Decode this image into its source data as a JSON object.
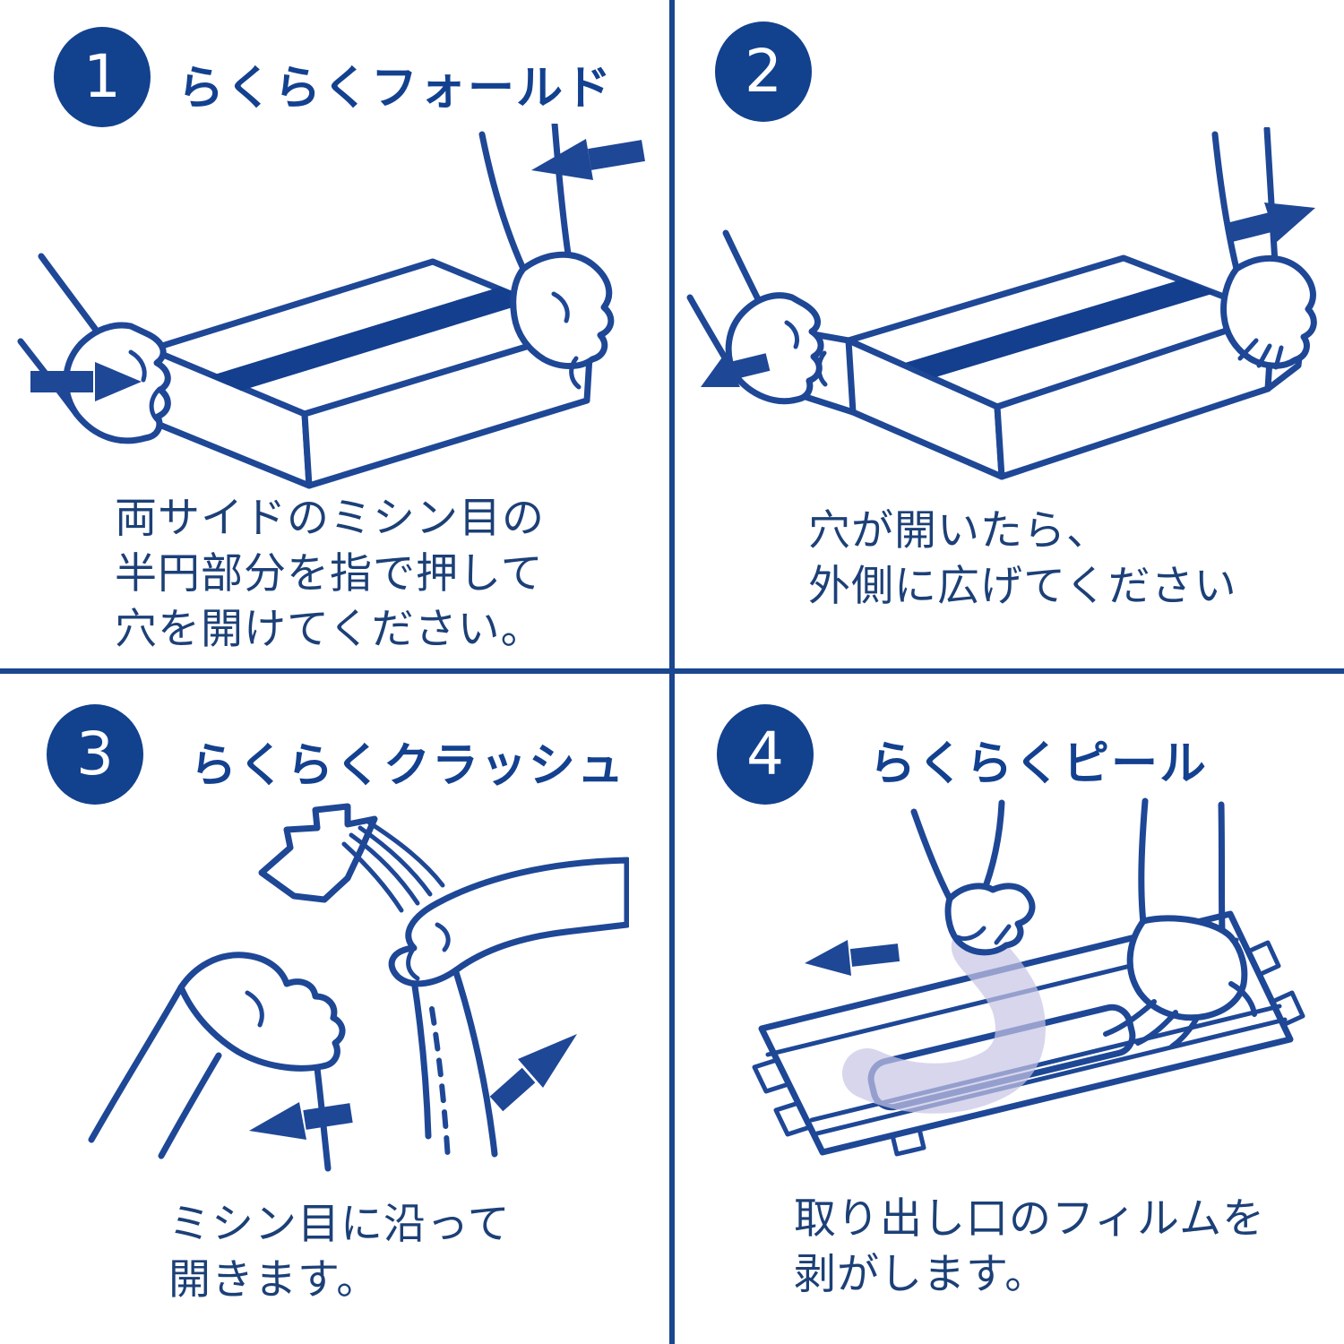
{
  "colors": {
    "line_blue": "#1e4796",
    "accent_navy": "#12418e",
    "caption_navy": "#1c4077",
    "divider_blue": "#1b4690",
    "film_lavender": "#c8c4e6",
    "background": "#ffffff"
  },
  "steps": [
    {
      "number": "1",
      "title": "らくらくフォールド",
      "caption_lines": [
        "両サイドのミシン目の",
        "半円部分を指で押して",
        "穴を開けてください。"
      ],
      "illustration": "Two hands press the perforated semicircles on both ends of a tissue box; arrows point inward"
    },
    {
      "number": "2",
      "title": "",
      "caption_lines": [
        "穴が開いたら、",
        "外側に広げてください"
      ],
      "illustration": "Two hands pull the opened ends of the tissue box outward; arrows point outward"
    },
    {
      "number": "3",
      "title": "らくらくクラッシュ",
      "caption_lines": [
        "ミシン目に沿って",
        "開きます。"
      ],
      "illustration": "Hands tear the box open along the dashed perforation line; arrows point apart"
    },
    {
      "number": "4",
      "title": "らくらくピール",
      "caption_lines": [
        "取り出し口のフィルムを",
        "剥がします。"
      ],
      "illustration": "A hand peels the lavender film off the dispensing slot of the flattened box; arrow points left"
    }
  ]
}
